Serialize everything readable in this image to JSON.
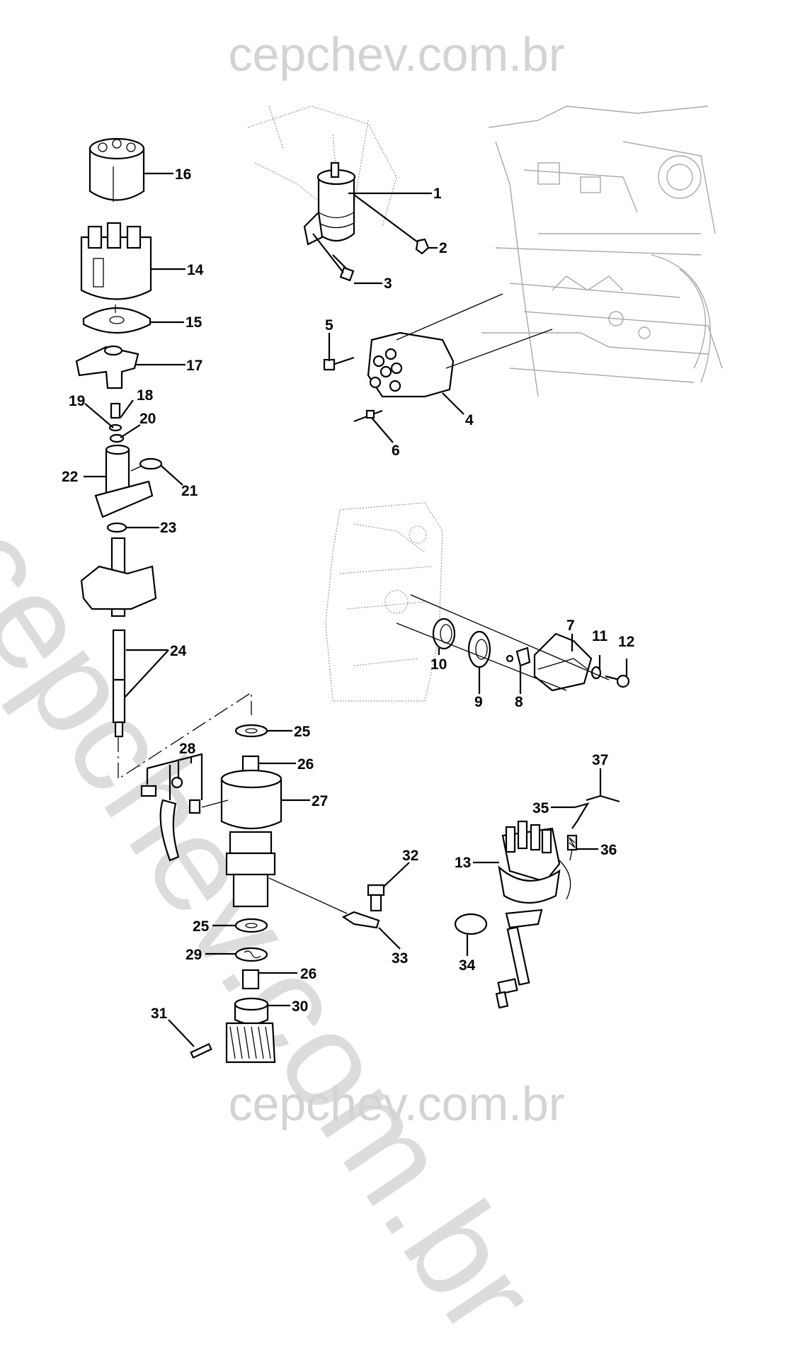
{
  "watermark": {
    "top": "cepchev.com.br",
    "bottom": "cepchev.com.br",
    "diagonal": "cepchev.com.br"
  },
  "diagram": {
    "type": "exploded parts diagram",
    "subject": "ignition distributor and coil assemblies",
    "callouts": [
      {
        "id": "1",
        "label": "1"
      },
      {
        "id": "2",
        "label": "2"
      },
      {
        "id": "3",
        "label": "3"
      },
      {
        "id": "4",
        "label": "4"
      },
      {
        "id": "5",
        "label": "5"
      },
      {
        "id": "6",
        "label": "6"
      },
      {
        "id": "7",
        "label": "7"
      },
      {
        "id": "8",
        "label": "8"
      },
      {
        "id": "9",
        "label": "9"
      },
      {
        "id": "10",
        "label": "10"
      },
      {
        "id": "11",
        "label": "11"
      },
      {
        "id": "12",
        "label": "12"
      },
      {
        "id": "13",
        "label": "13"
      },
      {
        "id": "14",
        "label": "14"
      },
      {
        "id": "15",
        "label": "15"
      },
      {
        "id": "16",
        "label": "16"
      },
      {
        "id": "17",
        "label": "17"
      },
      {
        "id": "18",
        "label": "18"
      },
      {
        "id": "19",
        "label": "19"
      },
      {
        "id": "20",
        "label": "20"
      },
      {
        "id": "21",
        "label": "21"
      },
      {
        "id": "22",
        "label": "22"
      },
      {
        "id": "23",
        "label": "23"
      },
      {
        "id": "24",
        "label": "24"
      },
      {
        "id": "25a",
        "label": "25"
      },
      {
        "id": "25b",
        "label": "25"
      },
      {
        "id": "26a",
        "label": "26"
      },
      {
        "id": "26b",
        "label": "26"
      },
      {
        "id": "27",
        "label": "27"
      },
      {
        "id": "28",
        "label": "28"
      },
      {
        "id": "29",
        "label": "29"
      },
      {
        "id": "30",
        "label": "30"
      },
      {
        "id": "31",
        "label": "31"
      },
      {
        "id": "32",
        "label": "32"
      },
      {
        "id": "33",
        "label": "33"
      },
      {
        "id": "34",
        "label": "34"
      },
      {
        "id": "35",
        "label": "35"
      },
      {
        "id": "36",
        "label": "36"
      },
      {
        "id": "37",
        "label": "37"
      }
    ]
  }
}
